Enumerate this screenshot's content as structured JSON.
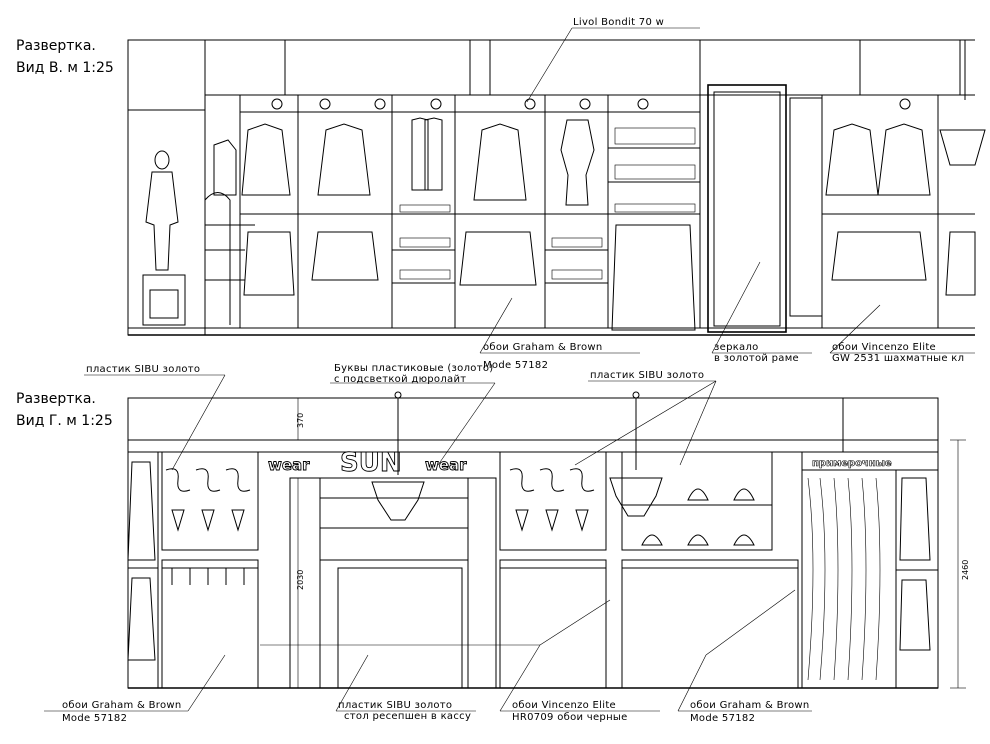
{
  "sheet": {
    "view_b": {
      "title_line1": "Развертка.",
      "title_line2": "Вид В.  м 1:25",
      "labels": {
        "lamp": "Livol Bondit 70 w",
        "wallpaper_gb_1": "обои Graham & Brown",
        "wallpaper_gb_1_code": "Mode 57182",
        "mirror_1": "зеркало",
        "mirror_2": "в золотой раме",
        "wallpaper_ve_1": "обои Vincenzo Elite",
        "wallpaper_ve_2": "GW 2531 шахматные кл"
      }
    },
    "view_g": {
      "title_line1": "Развертка.",
      "title_line2": "Вид Г.  м 1:25",
      "labels": {
        "plastic_left": "пластик SIBU золото",
        "letters_1": "Буквы пластиковые (золото)",
        "letters_2": "с подсветкой дюролайт",
        "plastic_right": "пластик SIBU золото",
        "wallpaper_gb_left": "обои Graham & Brown",
        "wallpaper_gb_left_code": "Mode 57182",
        "plastic_desk_1": "пластик SIBU золото",
        "plastic_desk_2": "стол ресепшен в кассу",
        "wallpaper_ve_1": "обои Vincenzo Elite",
        "wallpaper_ve_2": "HR0709 обои черные",
        "wallpaper_gb_right": "обои Graham & Brown",
        "wallpaper_gb_right_code": "Mode 57182"
      },
      "sign_left": "wear",
      "sign_mid": "SUN",
      "sign_right": "wear",
      "fitting_sign": "примерочные",
      "dims": {
        "d370": "370",
        "d2030": "2030",
        "d2460": "2460"
      }
    }
  }
}
